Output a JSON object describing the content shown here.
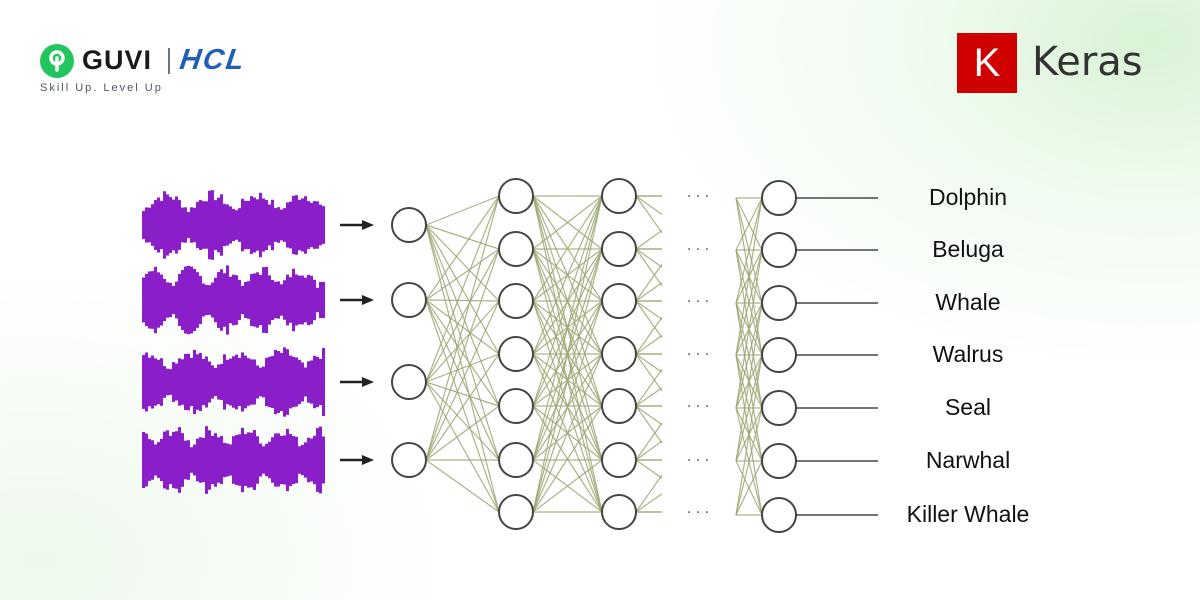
{
  "brand": {
    "guvi": "GUVI",
    "hcl": "HCL",
    "tagline": "Skill Up. Level Up"
  },
  "keras": {
    "badge": "K",
    "name": "Keras"
  },
  "colors": {
    "waveform": "#8a1fc9",
    "connection": "#9aa872",
    "node_stroke": "#444444",
    "keras_red": "#d00000",
    "guvi_green": "#22c55e",
    "hcl_blue": "#1f5fb4"
  },
  "network": {
    "input_waveforms": 4,
    "layer_sizes": [
      4,
      7,
      7,
      7
    ],
    "ellipsis": "· · ·",
    "outputs": [
      "Dolphin",
      "Beluga",
      "Whale",
      "Walrus",
      "Seal",
      "Narwhal",
      "Killer Whale"
    ]
  }
}
